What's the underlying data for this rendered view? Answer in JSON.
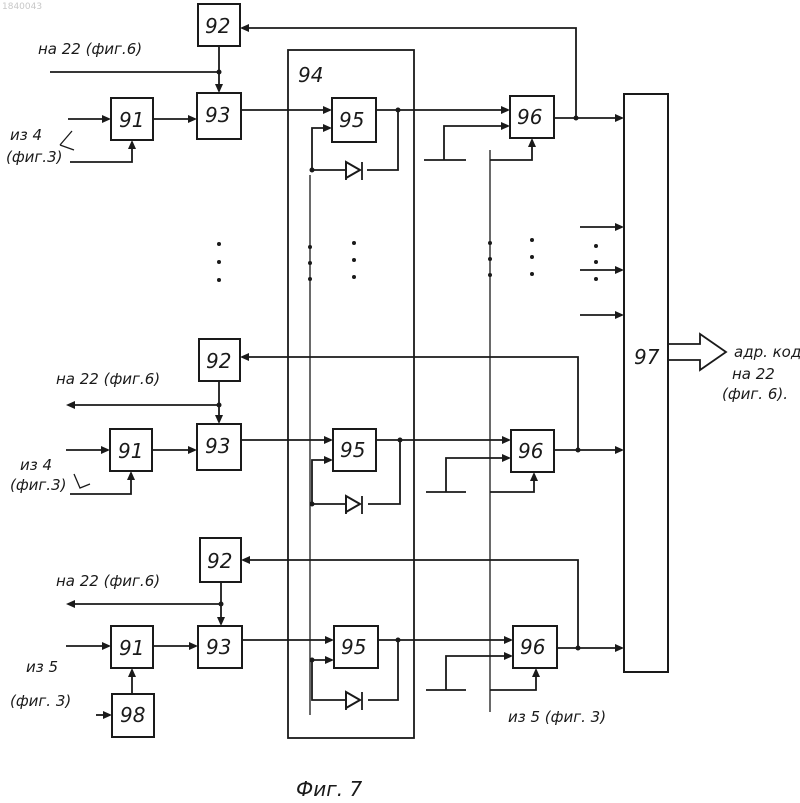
{
  "document_id": "1840043",
  "caption": "Фиг. 7",
  "blocks": {
    "b91": "91",
    "b92": "92",
    "b93": "93",
    "b94": "94",
    "b95": "95",
    "b96": "96",
    "b97": "97",
    "b98": "98"
  },
  "labels": {
    "to22": "на 22 (фиг.6)",
    "from4_a": "из 4",
    "from4_b": "(фиг.3)",
    "from5_a": "из 5",
    "from5_b": "(фиг. 3)",
    "from5_bottom": "из 5 (фиг. 3)",
    "out_a": "адр. код",
    "out_b": "на 22",
    "out_c": "(фиг. 6)."
  }
}
